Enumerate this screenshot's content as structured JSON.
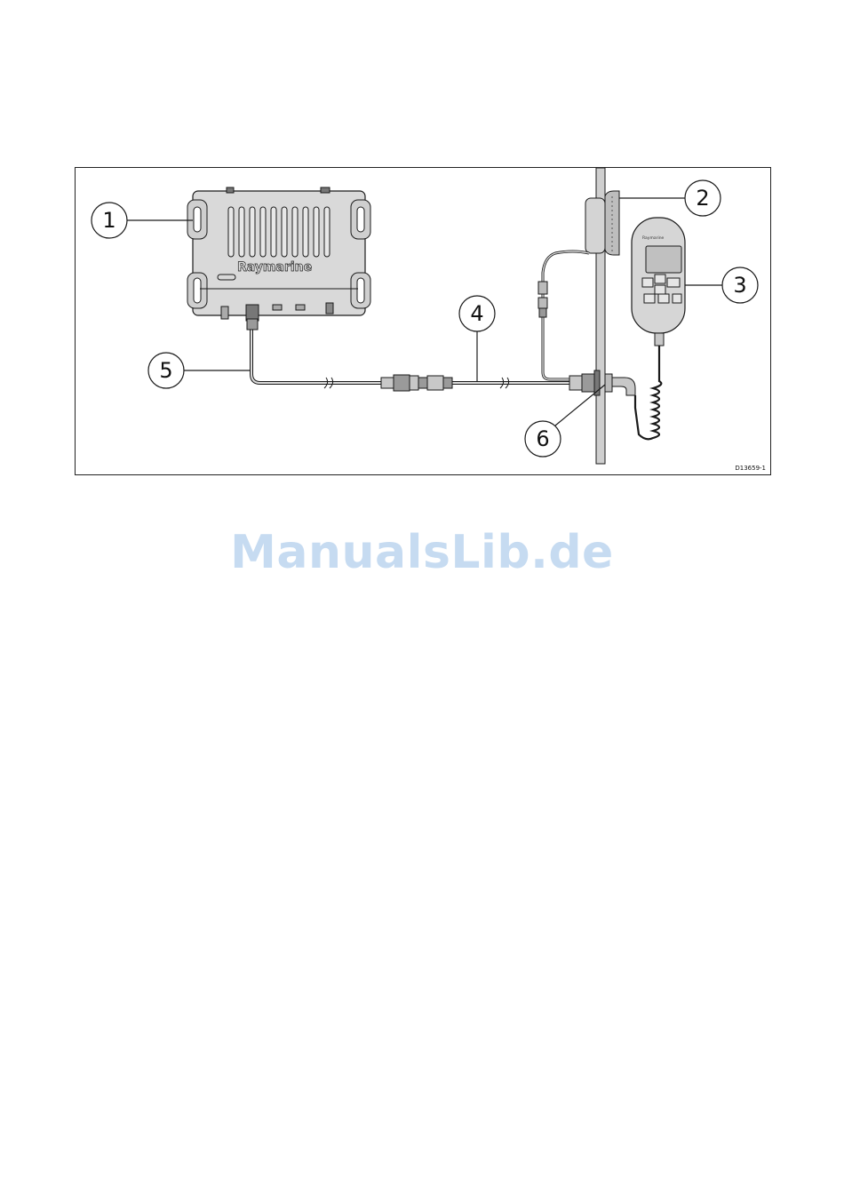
{
  "diagram": {
    "figure_code": "D13659-1",
    "brand_label": "Raymarine",
    "callouts": [
      "1",
      "2",
      "3",
      "4",
      "5",
      "6"
    ]
  },
  "watermark": "ManualsLib.de",
  "colors": {
    "line": "#1a1a1a",
    "device_fill": "#d9d9d9",
    "panel_fill": "#c8c8c8",
    "watermark": "#c6dbf1"
  }
}
